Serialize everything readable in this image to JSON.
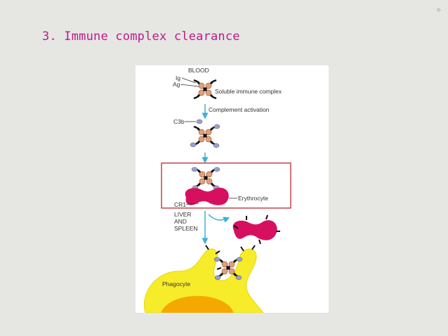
{
  "slide": {
    "title": "3. Immune complex clearance",
    "corner_icon": "four-point-star-icon",
    "colors": {
      "title": "#c0188c",
      "erythrocyte": "#d6105f",
      "phagocyte": "#f7ec2a",
      "highlight_box": "#c0262e",
      "arrow": "#3ab0d8"
    }
  },
  "diagram": {
    "labels": {
      "blood": "BLOOD",
      "ig": "Ig",
      "ag": "Ag",
      "soluble_complex": "Soluble immune complex",
      "complement_activation": "Complement activation",
      "c3b": "C3b",
      "erythrocyte": "Erythrocyte",
      "cr1": "CR1",
      "liver": "LIVER",
      "and": "AND",
      "spleen": "SPLEEN",
      "phagocyte": "Phagocyte"
    }
  }
}
